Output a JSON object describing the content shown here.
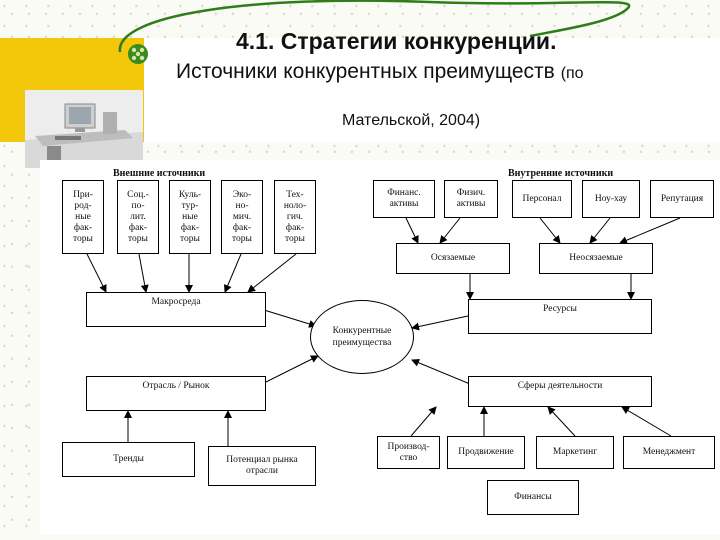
{
  "slide": {
    "title": "4.1. Стратегии конкуренции.",
    "subtitle_main": "Источники конкурентных преимуществ",
    "subtitle_small": "(по",
    "subtitle_line2": "Мательской, 2004)"
  },
  "colors": {
    "band": "#f3c70a",
    "curve": "#2e7d1a",
    "bullet": "#3a8a1e"
  },
  "diagram": {
    "external_header": "Внешние источники",
    "internal_header": "Внутренние источники",
    "external_factors": [
      "При-\nрод-\nные\nфак-\nторы",
      "Соц.-\nпо-\nлит.\nфак-\nторы",
      "Куль-\nтур-\nные\nфак-\nторы",
      "Эко-\nно-\nмич.\nфак-\nторы",
      "Тех-\nноло-\nгич.\nфак-\nторы"
    ],
    "internal_factors": [
      "Финанс.\nактивы",
      "Физич.\nактивы",
      "Персонал",
      "Ноу-хау",
      "Репутация"
    ],
    "tangible": "Осязаемые",
    "intangible": "Неосязаемые",
    "macro": "Макросреда",
    "resources": "Ресурсы",
    "center": "Конкурентные\nпреимущества",
    "industry": "Отрасль / Рынок",
    "spheres": "Сферы деятельности",
    "trends": "Тренды",
    "potential": "Потенциал рынка\nотрасли",
    "activities": [
      "Производ-\nство",
      "Продвижение",
      "Маркетинг",
      "Менеджмент"
    ],
    "finance": "Финансы"
  }
}
